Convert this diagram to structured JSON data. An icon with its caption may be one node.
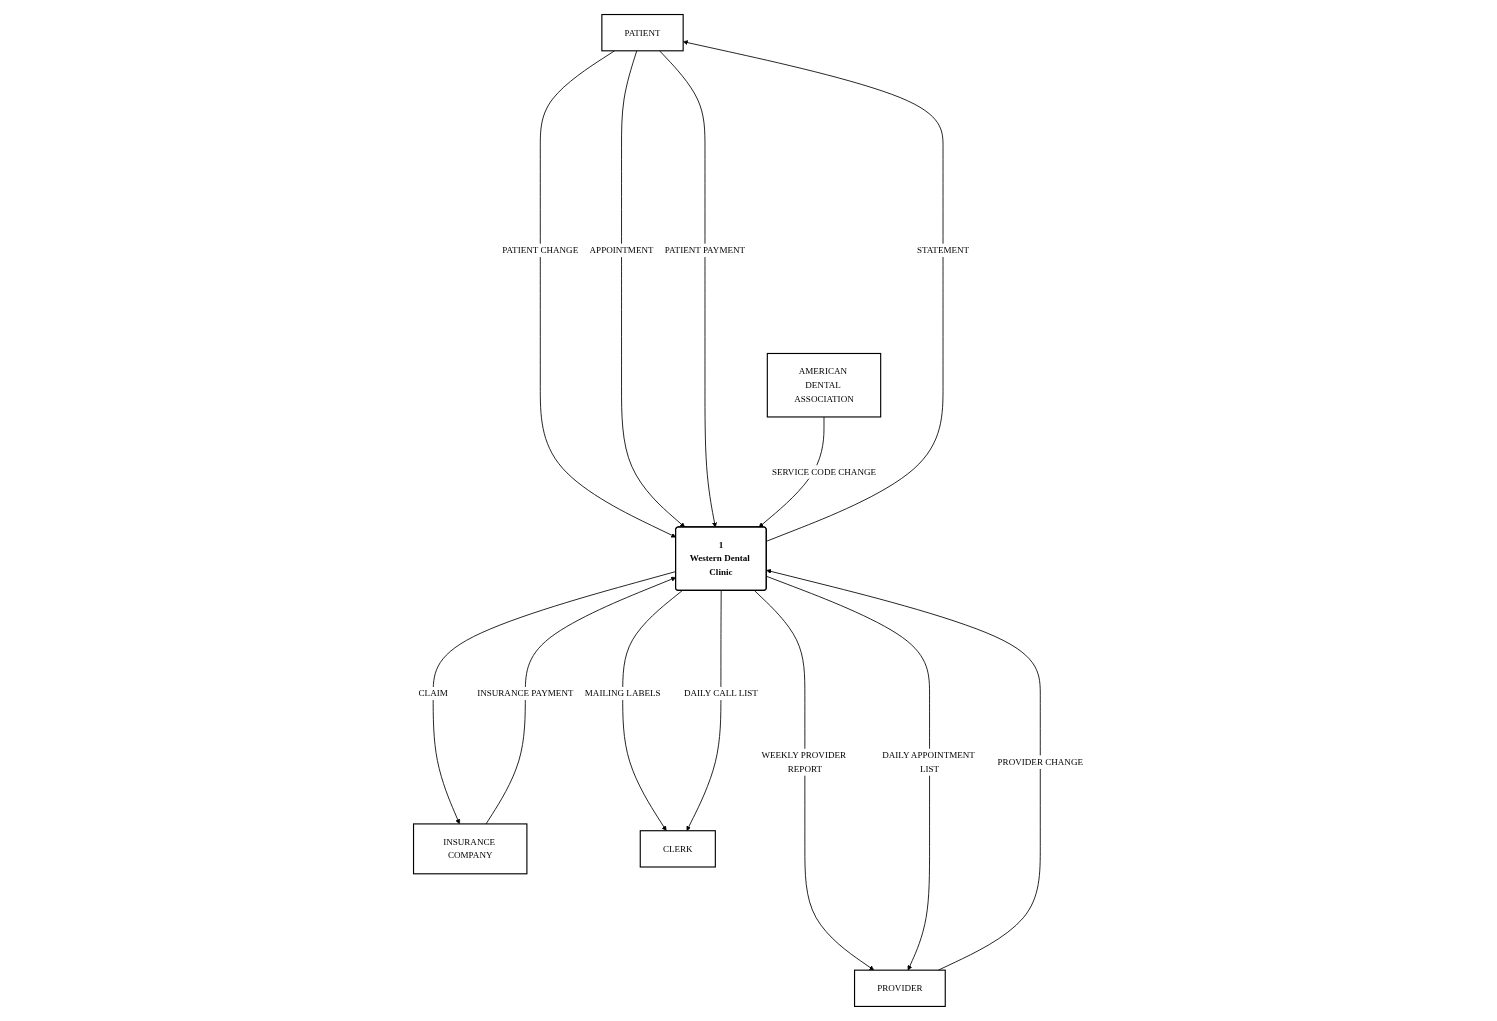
{
  "diagram": {
    "nodes": [
      {
        "text": [
          "PATIENT"
        ]
      },
      {
        "text": [
          "AMERICAN DENTAL ASSOCIATION"
        ]
      },
      {
        "text": [
          "INSURANCE COMPANY"
        ]
      },
      {
        "text": [
          "1",
          "Western Dental Clinic"
        ]
      },
      {
        "text": [
          "CLERK"
        ]
      },
      {
        "text": [
          "PROVIDER"
        ]
      }
    ],
    "edges": [
      {
        "from": 0,
        "to": 3,
        "arrow": "to",
        "label": "PATIENT CHANGE"
      },
      {
        "from": 0,
        "to": 3,
        "arrow": "to",
        "label": "APPOINTMENT"
      },
      {
        "from": 0,
        "to": 3,
        "arrow": "to",
        "label": "PATIENT PAYMENT"
      },
      {
        "from": 3,
        "to": 0,
        "arrow": "to",
        "label": "STATEMENT"
      },
      {
        "from": 1,
        "to": 3,
        "arrow": "to",
        "label": "SERVICE CODE CHANGE"
      },
      {
        "from": 3,
        "to": 2,
        "arrow": "to",
        "label": "CLAIM"
      },
      {
        "from": 2,
        "to": 3,
        "arrow": "to",
        "label": "INSURANCE PAYMENT"
      },
      {
        "from": 3,
        "to": 5,
        "arrow": "to",
        "label": "WEEKLY PROVIDER REPORT"
      },
      {
        "from": 3,
        "to": 5,
        "arrow": "to",
        "label": "DAILY APPOINTMENT LIST"
      },
      {
        "from": 5,
        "to": 3,
        "arrow": "to",
        "label": "PROVIDER CHANGE"
      },
      {
        "from": 3,
        "to": 4,
        "arrow": "to",
        "label": "MAILING LABELS"
      },
      {
        "from": 3,
        "to": 4,
        "arrow": "to",
        "label": "DAILY CALL LIST"
      }
    ]
  }
}
